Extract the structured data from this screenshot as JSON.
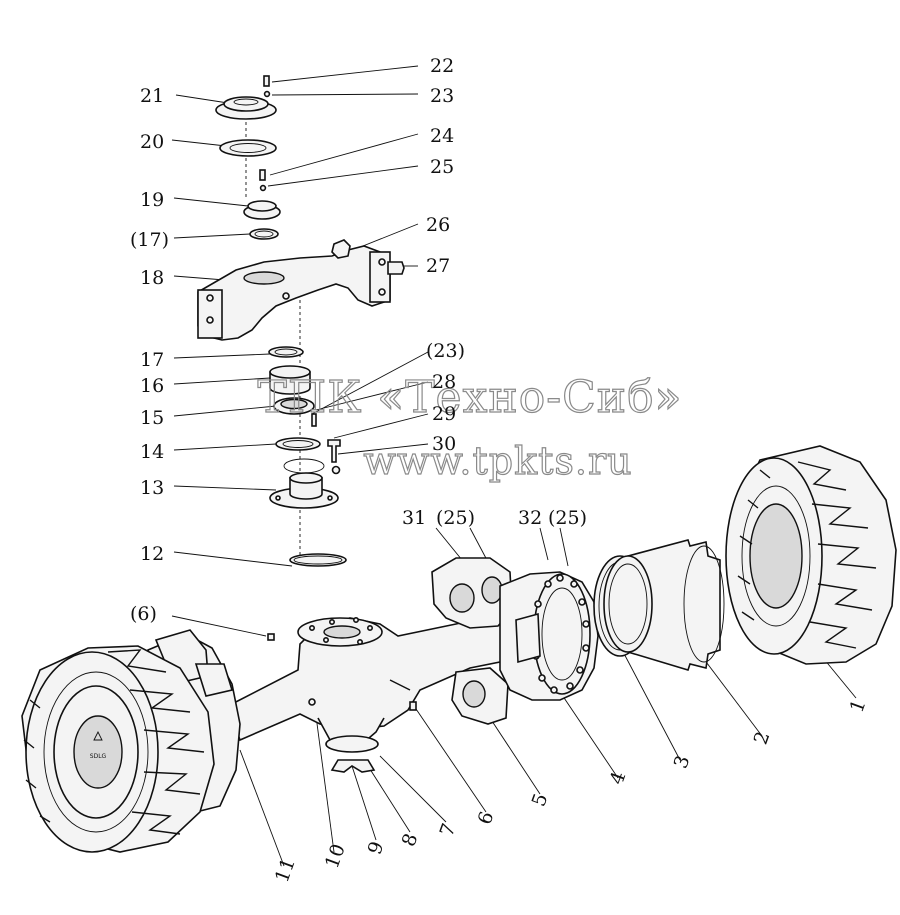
{
  "watermark": {
    "company": "ТПК «Техно-Сиб»",
    "url": "www.tpkts.ru"
  },
  "callouts": [
    "22",
    "23",
    "21",
    "24",
    "20",
    "25",
    "19",
    "(17)",
    "26",
    "27",
    "18",
    "(23)",
    "17",
    "28",
    "16",
    "29",
    "15",
    "30",
    "14",
    "13",
    "31",
    "(25)",
    "32",
    "(25)",
    "12",
    "(6)",
    "1",
    "2",
    "3",
    "4",
    "5",
    "6",
    "7",
    "8",
    "9",
    "10",
    "11"
  ],
  "hub_emblem": "SDLG"
}
